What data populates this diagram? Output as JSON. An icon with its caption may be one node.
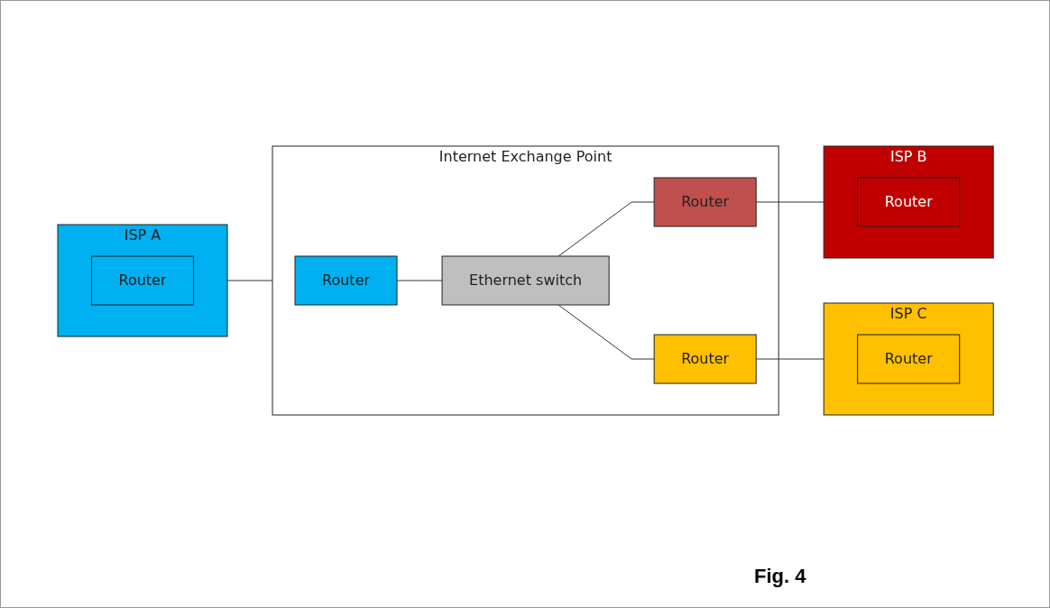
{
  "diagram": {
    "nodes": [
      {
        "text": [
          "ISP A"
        ]
      },
      {
        "text": [
          "Router"
        ],
        "in": 0
      },
      {
        "text": [
          "Internet Exchange Point"
        ]
      },
      {
        "text": [
          "Router"
        ],
        "in": 2
      },
      {
        "text": [
          "Ethernet switch"
        ],
        "in": 2
      },
      {
        "text": [
          "Router"
        ],
        "in": 2
      },
      {
        "text": [
          "Router"
        ],
        "in": 2
      },
      {
        "text": [
          "ISP B"
        ]
      },
      {
        "text": [
          "Router"
        ],
        "in": 7
      },
      {
        "text": [
          "ISP C"
        ]
      },
      {
        "text": [
          "Router"
        ],
        "in": 9
      }
    ],
    "edges": [
      {
        "from": 0,
        "to": 2,
        "arrow": "none"
      },
      {
        "from": 3,
        "to": 4,
        "arrow": "none"
      },
      {
        "from": 4,
        "to": 5,
        "arrow": "none"
      },
      {
        "from": 4,
        "to": 6,
        "arrow": "none"
      },
      {
        "from": 5,
        "to": 7,
        "arrow": "none"
      },
      {
        "from": 6,
        "to": 9,
        "arrow": "none"
      }
    ],
    "labels": [
      "Fig. 4"
    ]
  }
}
